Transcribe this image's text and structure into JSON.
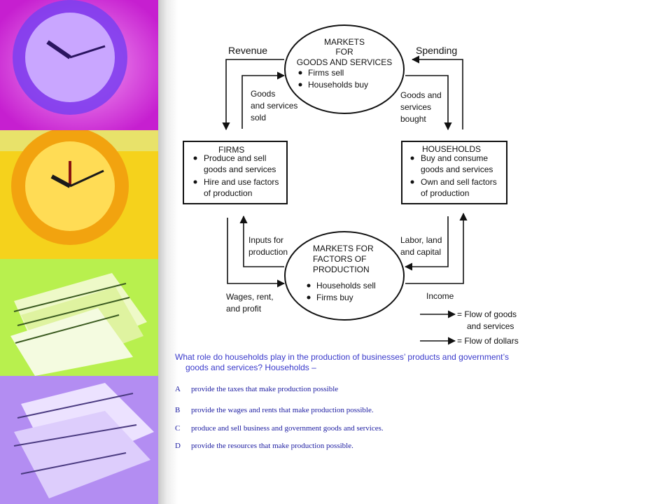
{
  "diagram": {
    "top_market": {
      "title_1": "MARKETS",
      "title_2": "FOR",
      "title_3": "GOODS AND SERVICES",
      "bullet_1": "Firms sell",
      "bullet_2": "Households buy"
    },
    "bottom_market": {
      "title_1": "MARKETS FOR",
      "title_2": "FACTORS OF",
      "title_3": "PRODUCTION",
      "bullet_1": "Households sell",
      "bullet_2": "Firms buy"
    },
    "firms": {
      "title": "FIRMS",
      "b1_l1": "Produce and sell",
      "b1_l2": "goods and services",
      "b2_l1": "Hire and use factors",
      "b2_l2": "of production"
    },
    "households": {
      "title": "HOUSEHOLDS",
      "b1_l1": "Buy and consume",
      "b1_l2": "goods and services",
      "b2_l1": "Own and sell factors",
      "b2_l2": "of production"
    },
    "labels": {
      "revenue": "Revenue",
      "spending": "Spending",
      "goods_sold_1": "Goods",
      "goods_sold_2": "and services",
      "goods_sold_3": "sold",
      "goods_bought_1": "Goods and",
      "goods_bought_2": "services",
      "goods_bought_3": "bought",
      "inputs_1": "Inputs for",
      "inputs_2": "production",
      "labor_1": "Labor, land",
      "labor_2": "and capital",
      "wages_1": "Wages, rent,",
      "wages_2": "and profit",
      "income": "Income"
    },
    "legend": {
      "goods_1": "= Flow of goods",
      "goods_2": "and services",
      "dollars": "= Flow of dollars"
    }
  },
  "question": {
    "line_1": "What role do households play in the production of businesses’ products and government’s",
    "line_2": "goods and services?  Households –"
  },
  "choices": [
    {
      "letter": "A",
      "text": "provide the taxes that make production possible"
    },
    {
      "letter": "B",
      "text": "provide the wages and rents that make production possible."
    },
    {
      "letter": "C",
      "text": "produce and sell business and government goods and services."
    },
    {
      "letter": "D",
      "text": "provide the resources that make production possible."
    }
  ]
}
